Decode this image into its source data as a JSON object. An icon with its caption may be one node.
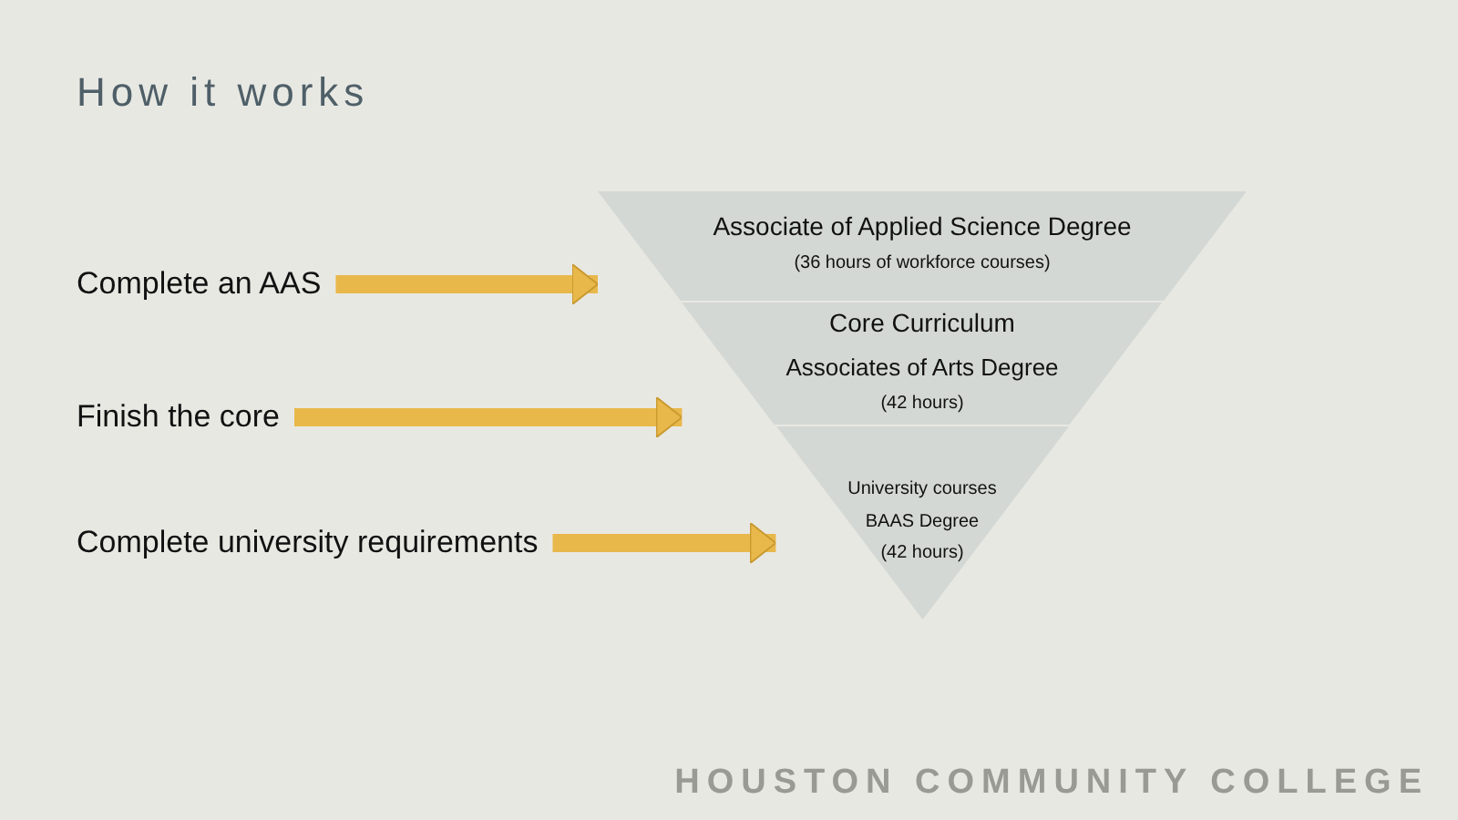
{
  "diagram": {
    "title": "How it works",
    "nodes": [
      {
        "text": [
          "Complete an AAS"
        ]
      },
      {
        "text": [
          "Finish the core"
        ]
      },
      {
        "text": [
          "Complete university requirements"
        ]
      },
      {
        "text": [
          "Associate of Applied Science Degree",
          "(36 hours of workforce courses)"
        ]
      },
      {
        "text": [
          "Core Curriculum",
          "Associates of Arts Degree",
          "(42 hours)"
        ]
      },
      {
        "text": [
          "University courses",
          "BAAS Degree",
          "(42 hours)"
        ]
      }
    ],
    "edges": [
      {
        "from": 0,
        "to": 3,
        "arrow": "to"
      },
      {
        "from": 1,
        "to": 4,
        "arrow": "to"
      },
      {
        "from": 2,
        "to": 5,
        "arrow": "to"
      }
    ],
    "labels": [
      "HOUSTON COMMUNITY COLLEGE"
    ]
  }
}
